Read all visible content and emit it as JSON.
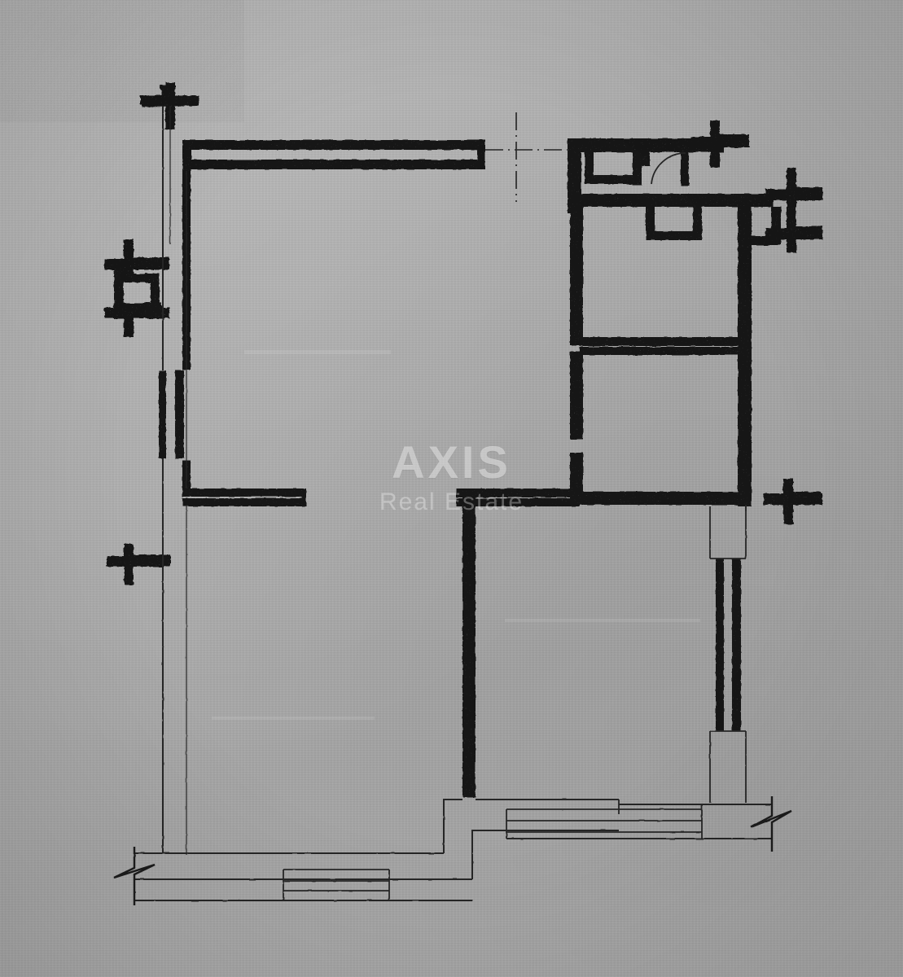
{
  "document": {
    "type": "architectural-floor-plan",
    "medium": "scanned photocopy",
    "paper_color": "#adadad",
    "ink_color": "#1a1a1a"
  },
  "watermark": {
    "primary": "AXIS",
    "secondary": "Real Estate",
    "primary_color": "#ffffff",
    "secondary_color": "#ffffff"
  },
  "plan": {
    "title": "",
    "rooms": [
      {
        "name": "living-room-upper-left",
        "label": ""
      },
      {
        "name": "room-lower-left",
        "label": ""
      },
      {
        "name": "room-lower-center",
        "label": ""
      },
      {
        "name": "room-upper-right",
        "label": ""
      },
      {
        "name": "room-mid-right",
        "label": ""
      },
      {
        "name": "bathroom-small",
        "label": ""
      },
      {
        "name": "wc-small",
        "label": ""
      },
      {
        "name": "hall-corridor",
        "label": ""
      }
    ],
    "features": [
      {
        "name": "balcony-bottom-left",
        "label": ""
      },
      {
        "name": "balcony-bottom-right",
        "label": ""
      },
      {
        "name": "loggia-left",
        "label": ""
      },
      {
        "name": "window-top-wall",
        "label": ""
      },
      {
        "name": "window-left-wall",
        "label": ""
      },
      {
        "name": "window-right-wall",
        "label": ""
      },
      {
        "name": "centerline-axis",
        "label": ""
      },
      {
        "name": "break-line-left",
        "label": ""
      },
      {
        "name": "break-line-right",
        "label": ""
      }
    ],
    "dimension_markers": [
      {
        "name": "marker-top-left",
        "value": ""
      },
      {
        "name": "marker-left-upper",
        "value": ""
      },
      {
        "name": "marker-left-lower",
        "value": ""
      },
      {
        "name": "marker-top-right",
        "value": ""
      },
      {
        "name": "marker-right-upper",
        "value": ""
      },
      {
        "name": "marker-right-lower",
        "value": ""
      }
    ]
  }
}
